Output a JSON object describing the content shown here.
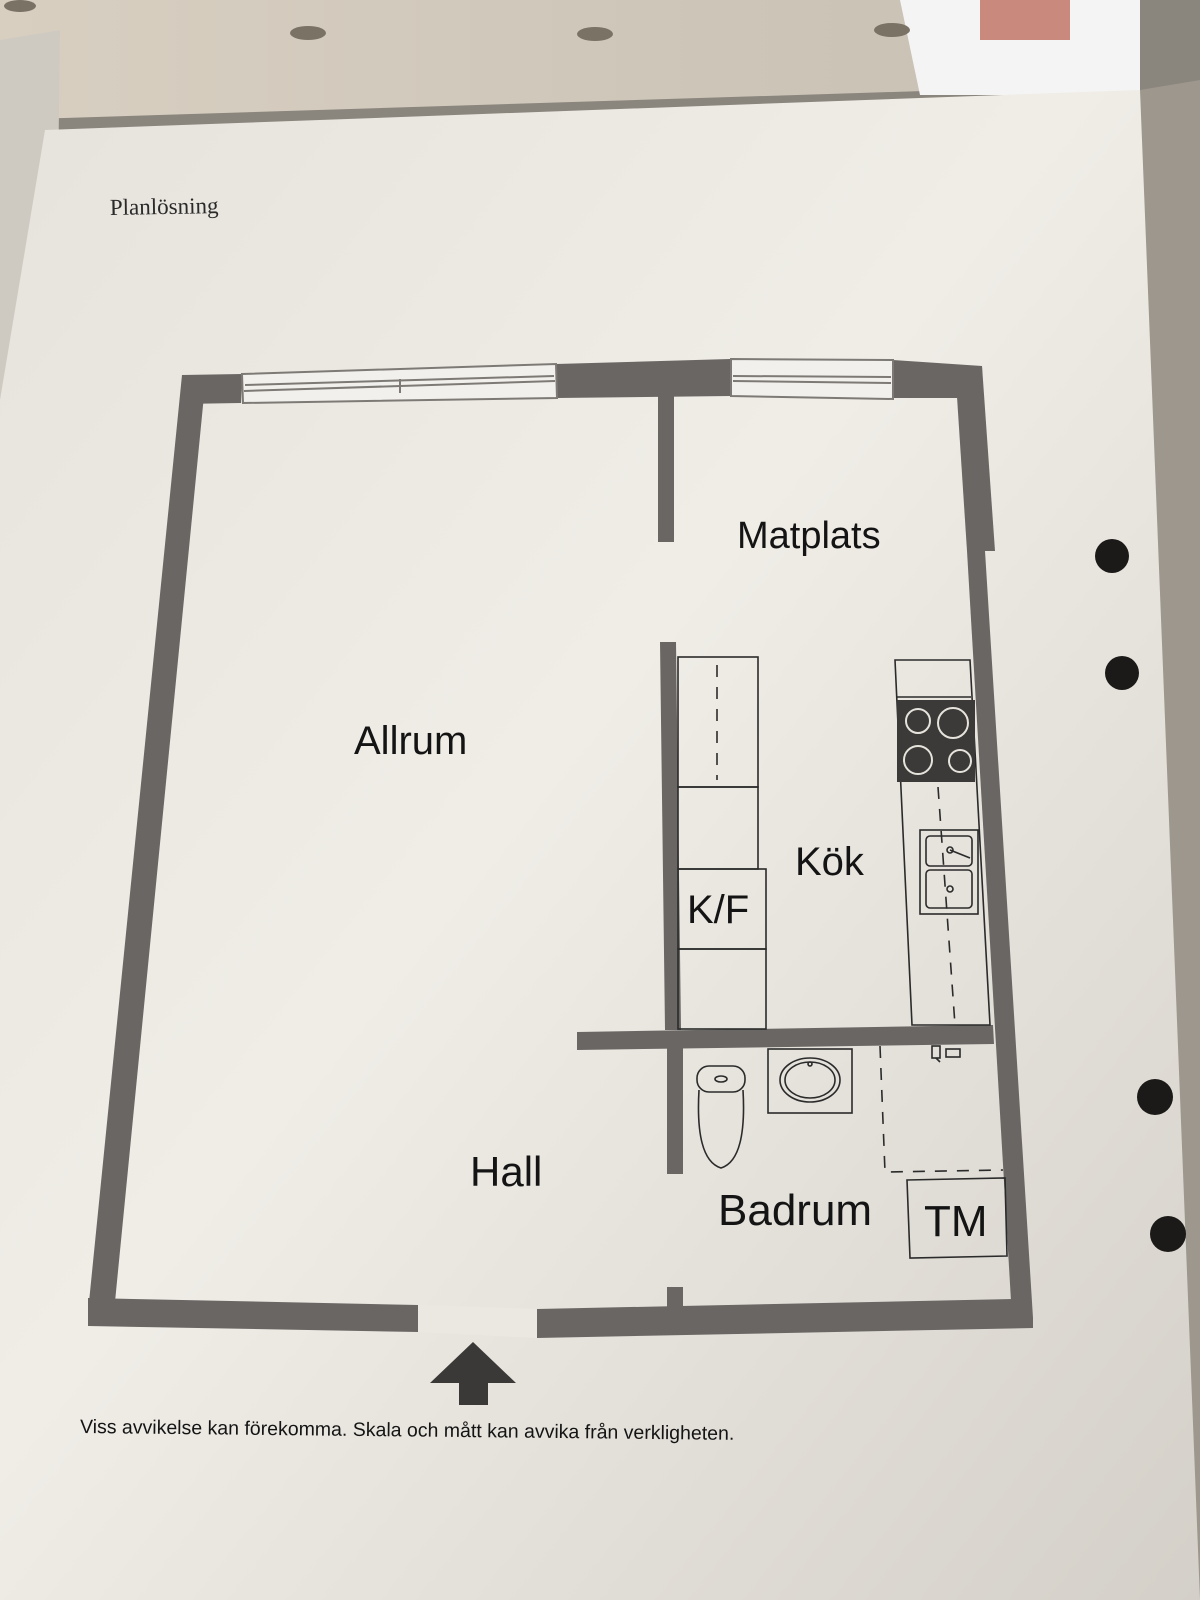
{
  "page": {
    "heading": "Planlösning",
    "disclaimer": "Viss avvikelse kan förekomma. Skala och mått kan avvika från verkligheten."
  },
  "floorplan": {
    "rooms": {
      "allrum": "Allrum",
      "matplats": "Matplats",
      "kok": "Kök",
      "kf": "K/F",
      "hall": "Hall",
      "badrum": "Badrum",
      "tm": "TM"
    },
    "entrance_icon": "entrance-arrow-icon"
  },
  "colors": {
    "wall": "#6a6664",
    "paper": "#efece6",
    "ink": "#141414"
  }
}
